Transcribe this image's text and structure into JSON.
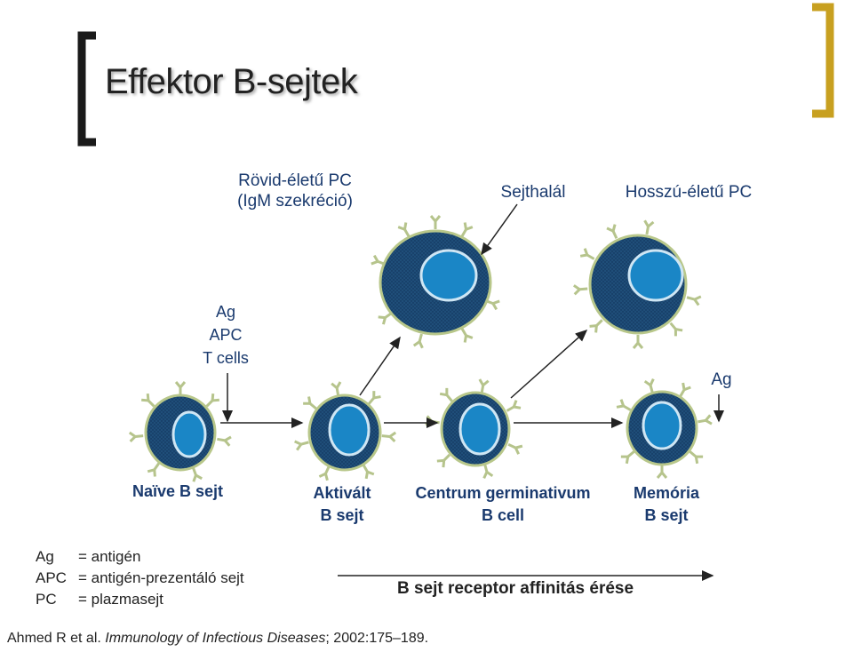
{
  "title": "Effektor B-sejtek",
  "top_labels": {
    "short_lived_pc": [
      "Rövid-életű PC",
      "(IgM szekréció)"
    ],
    "cell_death": "Sejthalál",
    "long_lived_pc": "Hosszú-életű PC"
  },
  "stimulus_label": [
    "Ag",
    "APC",
    "T cells"
  ],
  "ag_label": "Ag",
  "stage_labels": {
    "naive": [
      "Naïve B sejt"
    ],
    "activated": [
      "Aktivált",
      "B sejt"
    ],
    "germinal": [
      "Centrum germinativum",
      "B cell"
    ],
    "memory": [
      "Memória",
      "B sejt"
    ]
  },
  "abbreviations": [
    {
      "key": "Ag",
      "value": "= antigén"
    },
    {
      "key": "APC",
      "value": "= antigén-prezentáló sejt"
    },
    {
      "key": "PC",
      "value": "= plazmasejt"
    }
  ],
  "affinity_label": "B sejt receptor affinitás érése",
  "citation": {
    "authors": "Ahmed R et al. ",
    "journal": "Immunology of Infectious Diseases",
    "details": "; 2002:175–189."
  },
  "colors": {
    "bracket_dark": "#1a1a1a",
    "bracket_gold": "#c8a020",
    "cell_fill": "#1f4e79",
    "cell_border": "#b8c78a",
    "nucleus": "#1a86c6",
    "antibody": "#b6c48c",
    "label_navy": "#1a3a6e"
  }
}
